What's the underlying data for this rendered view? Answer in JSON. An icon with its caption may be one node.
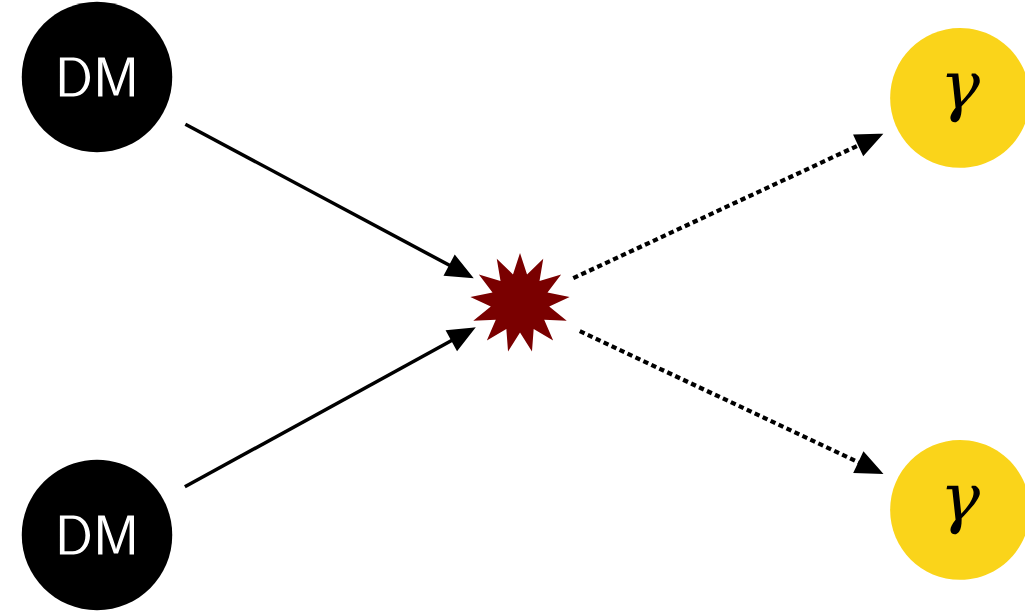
{
  "diagram": {
    "nodes": [
      {
        "text": [
          "DM"
        ]
      },
      {
        "text": [
          "DM"
        ]
      },
      {
        "text": [],
        "shape": "star"
      },
      {
        "text": [
          "γ"
        ]
      },
      {
        "text": [
          "γ"
        ]
      }
    ],
    "edges": [
      {
        "from": 0,
        "to": 2,
        "arrow": "to"
      },
      {
        "from": 1,
        "to": 2,
        "arrow": "to"
      },
      {
        "from": 2,
        "to": 3,
        "arrow": "to",
        "style": "dashed"
      },
      {
        "from": 2,
        "to": 4,
        "arrow": "to",
        "style": "dashed"
      }
    ]
  }
}
